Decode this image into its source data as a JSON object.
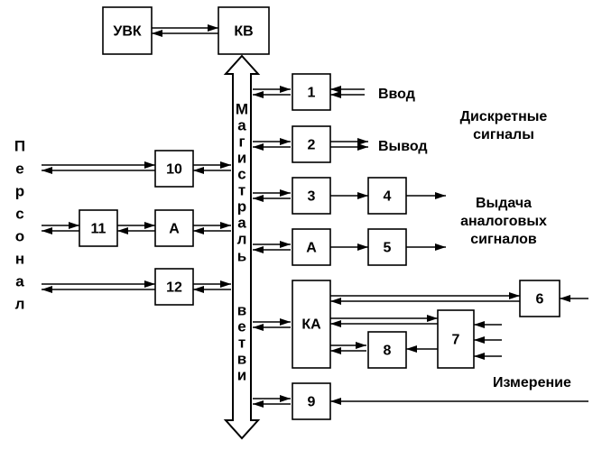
{
  "blocks": {
    "uvk": "УВК",
    "kv": "КВ",
    "b1": "1",
    "b2": "2",
    "b3": "3",
    "b4": "4",
    "a_right": "А",
    "b5": "5",
    "ka": "КА",
    "b6": "6",
    "b7": "7",
    "b8": "8",
    "b9": "9",
    "b10": "10",
    "b11": "11",
    "a_left": "А",
    "b12": "12"
  },
  "labels": {
    "vvod": "Ввод",
    "vyvod": "Вывод",
    "discrete_line1": "Дискретные",
    "discrete_line2": "сигналы",
    "analog_line1": "Выдача",
    "analog_line2": "аналоговых",
    "analog_line3": "сигналов",
    "izmerenie": "Измерение"
  },
  "bus_label": {
    "word1": [
      "М",
      "а",
      "г",
      "и",
      "с",
      "т",
      "р",
      "а",
      "л",
      "ь"
    ],
    "word2": [
      "в",
      "е",
      "т",
      "в",
      "и"
    ]
  },
  "personal_label": [
    "П",
    "е",
    "р",
    "с",
    "о",
    "н",
    "а",
    "л"
  ]
}
